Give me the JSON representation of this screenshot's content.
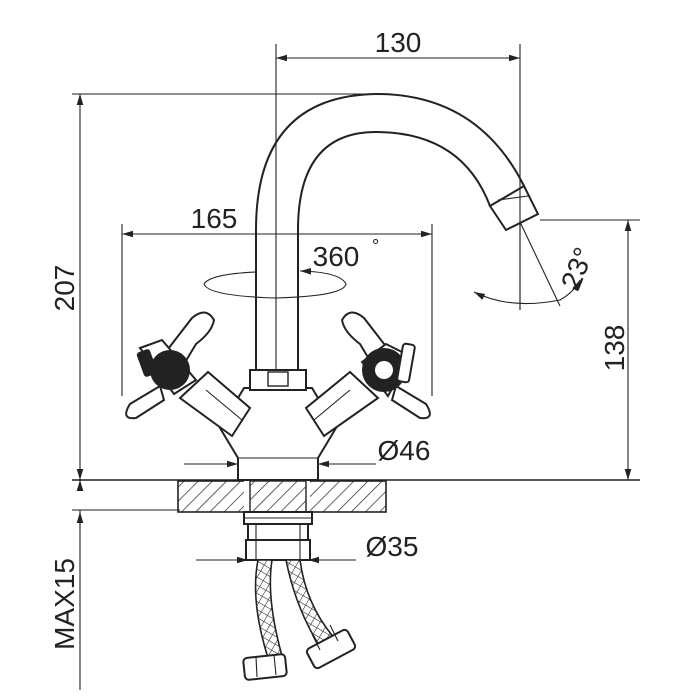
{
  "drawing": {
    "dimensions": {
      "spout_reach": "130",
      "total_height": "207",
      "handle_span": "165",
      "rotation": "360",
      "rotation_unit": "°",
      "spout_angle": "23°",
      "outlet_height": "138",
      "body_diameter": "Ø46",
      "thread_diameter": "Ø35",
      "max_thickness": "MAX15"
    }
  }
}
